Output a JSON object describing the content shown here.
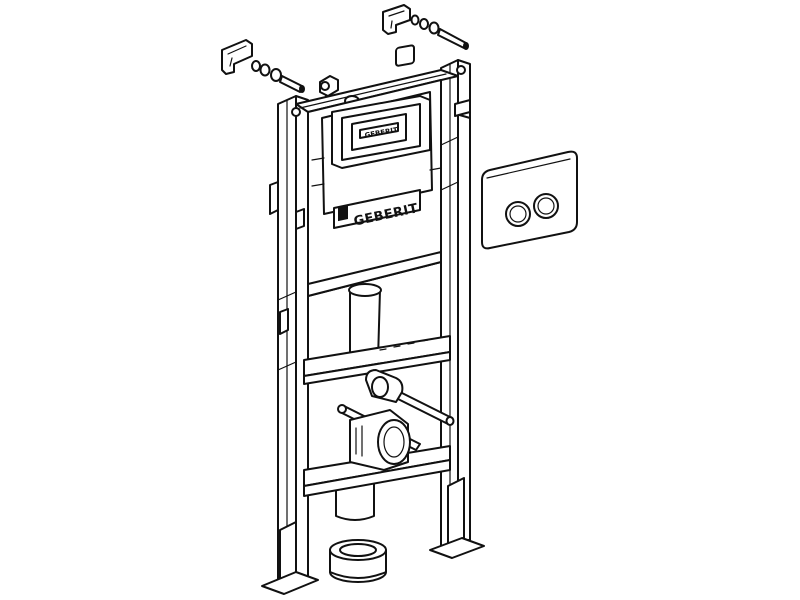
{
  "diagram": {
    "brand_text": "GEBERIT",
    "actuator_brand_text": "GEBERIT",
    "colors": {
      "line": "#111111",
      "background": "#ffffff"
    },
    "parts": [
      "frame",
      "cistern",
      "inspection-opening",
      "flush-plate",
      "wall-bracket-left",
      "wall-bracket-right",
      "anchor-bolt-left",
      "anchor-bolt-right",
      "water-supply-connector",
      "drain-pipe",
      "drain-bend",
      "wc-connector-sleeve",
      "threaded-rod-left",
      "threaded-rod-right",
      "floor-foot-left",
      "floor-foot-right"
    ]
  }
}
